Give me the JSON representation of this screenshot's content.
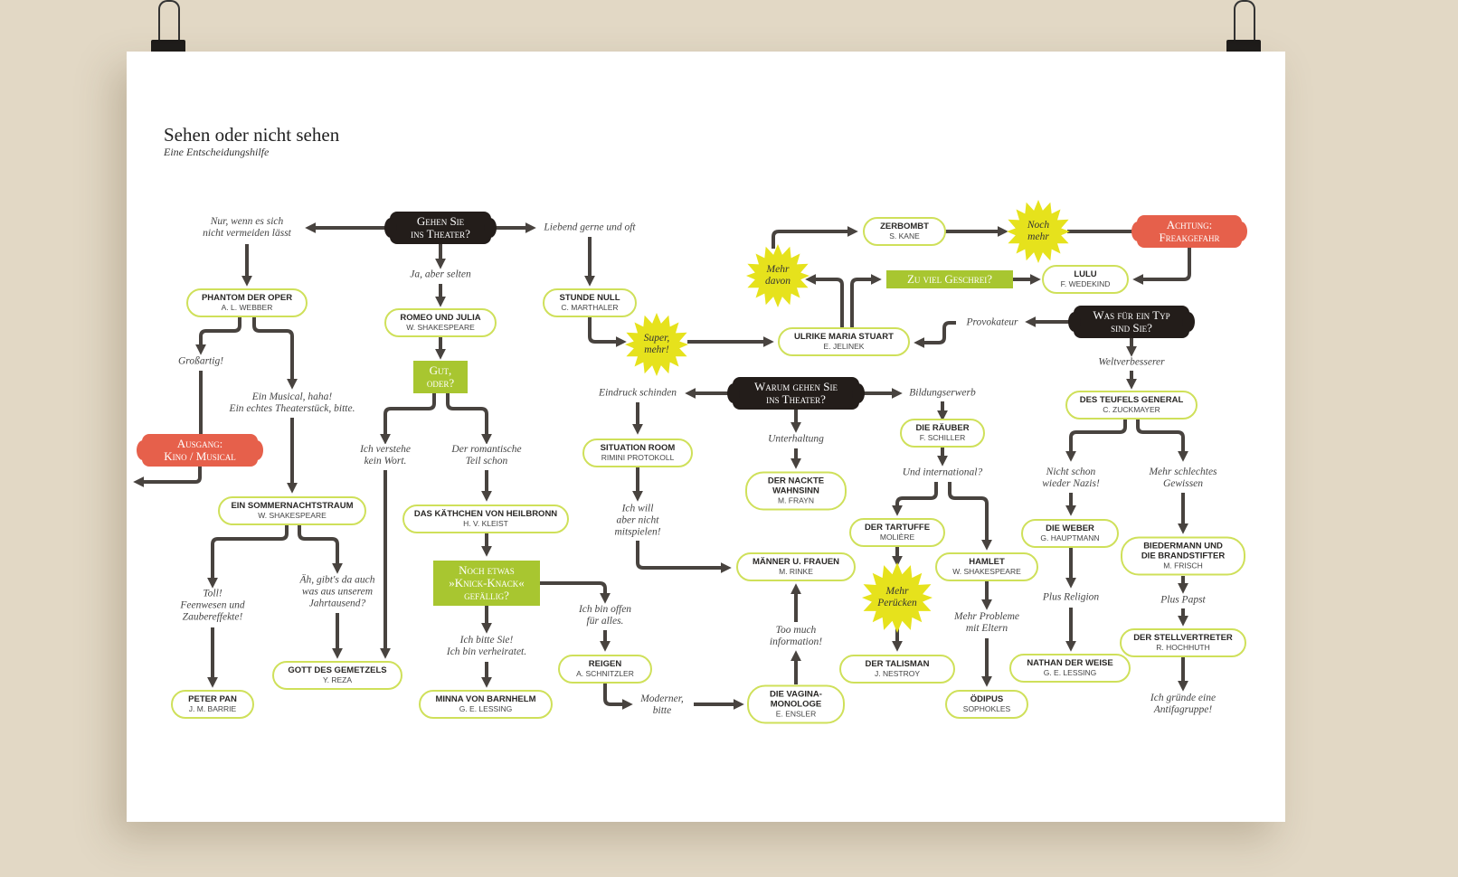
{
  "header": {
    "title": "Sehen oder nicht sehen",
    "subtitle": "Eine Entscheidungshilfe"
  },
  "questions": {
    "gehen": "Gehen Sie\nins Theater?",
    "warum": "Warum gehen Sie\nins Theater?",
    "typ": "Was für ein Typ\nsind Sie?"
  },
  "exits": {
    "ausgang": "Ausgang:\nKino / Musical",
    "achtung": "Achtung:\nFreakgefahr"
  },
  "decisions": {
    "gut": "Gut,\noder?",
    "knick": "Noch etwas\n»Knick-Knack«\ngefällig?",
    "geschrei": "Zu viel Geschrei?"
  },
  "stars": {
    "super": "Super,\nmehr!",
    "mehr_davon": "Mehr\ndavon",
    "noch_mehr": "Noch\nmehr",
    "peruecken": "Mehr\nPerücken"
  },
  "plays": {
    "phantom": {
      "title": "Phantom der Oper",
      "author": "A. L. Webber"
    },
    "romeo": {
      "title": "Romeo und Julia",
      "author": "W. Shakespeare"
    },
    "stunde": {
      "title": "Stunde Null",
      "author": "C. Marthaler"
    },
    "zerbombt": {
      "title": "Zerbombt",
      "author": "S. Kane"
    },
    "lulu": {
      "title": "Lulu",
      "author": "F. Wedekind"
    },
    "ulrike": {
      "title": "Ulrike Maria Stuart",
      "author": "E. Jelinek"
    },
    "teufel": {
      "title": "Des Teufels General",
      "author": "C. Zuckmayer"
    },
    "situation": {
      "title": "Situation Room",
      "author": "Rimini Protokoll"
    },
    "nackte": {
      "title": "Der nackte\nWahnsinn",
      "author": "M. Frayn"
    },
    "raeuber": {
      "title": "Die Räuber",
      "author": "F. Schiller"
    },
    "sommer": {
      "title": "Ein Sommernachtstraum",
      "author": "W. Shakespeare"
    },
    "kaethchen": {
      "title": "Das Käthchen von Heilbronn",
      "author": "H. v. Kleist"
    },
    "tartuffe": {
      "title": "Der Tartuffe",
      "author": "Molière"
    },
    "maenner": {
      "title": "Männer u. Frauen",
      "author": "M. Rinke"
    },
    "hamlet": {
      "title": "Hamlet",
      "author": "W. Shakespeare"
    },
    "weber": {
      "title": "Die Weber",
      "author": "G. Hauptmann"
    },
    "biedermann": {
      "title": "Biedermann und\ndie Brandstifter",
      "author": "M. Frisch"
    },
    "stellvertreter": {
      "title": "Der Stellvertreter",
      "author": "R. Hochhuth"
    },
    "nathan": {
      "title": "Nathan der Weise",
      "author": "G. E. Lessing"
    },
    "gott": {
      "title": "Gott des Gemetzels",
      "author": "Y. Reza"
    },
    "peter": {
      "title": "Peter Pan",
      "author": "J. M. Barrie"
    },
    "minna": {
      "title": "Minna von Barnhelm",
      "author": "G. E. Lessing"
    },
    "reigen": {
      "title": "Reigen",
      "author": "A. Schnitzler"
    },
    "vagina": {
      "title": "Die Vagina-\nMonologe",
      "author": "E. Ensler"
    },
    "talisman": {
      "title": "Der Talisman",
      "author": "J. Nestroy"
    },
    "oedipus": {
      "title": "Ödipus",
      "author": "Sophokles"
    }
  },
  "labels": {
    "nur_wenn": "Nur, wenn es sich\nnicht vermeiden lässt",
    "liebend": "Liebend gerne und oft",
    "ja_selten": "Ja, aber selten",
    "grossartig": "Großartig!",
    "musical": "Ein Musical, haha!\nEin echtes Theaterstück, bitte.",
    "verstehe": "Ich verstehe\nkein Wort.",
    "romantisch": "Der romantische\nTeil schon",
    "toll": "Toll!\nFeenwesen und\nZaubereffekte!",
    "aeh": "Äh, gibt's da auch\nwas aus unserem\nJahrtausend?",
    "bitte_sie": "Ich bitte Sie!\nIch bin verheiratet.",
    "offen": "Ich bin offen\nfür alles.",
    "moderner": "Moderner,\nbitte",
    "eindruck": "Eindruck schinden",
    "will_nicht": "Ich will\naber nicht\nmitspielen!",
    "unterhaltung": "Unterhaltung",
    "too_much": "Too much\ninformation!",
    "bildung": "Bildungserwerb",
    "international": "Und international?",
    "probleme": "Mehr Probleme\nmit Eltern",
    "provokateur": "Provokateur",
    "welt": "Weltverbesserer",
    "nazis": "Nicht schon\nwieder Nazis!",
    "gewissen": "Mehr schlechtes\nGewissen",
    "religion": "Plus Religion",
    "papst": "Plus Papst",
    "antifa": "Ich gründe eine\nAntifagruppe!"
  },
  "colors": {
    "dark": "#231d1a",
    "red": "#e6604b",
    "green": "#a8c630",
    "star": "#e6e21c",
    "outline": "#cfe05a",
    "line": "#48433f"
  }
}
